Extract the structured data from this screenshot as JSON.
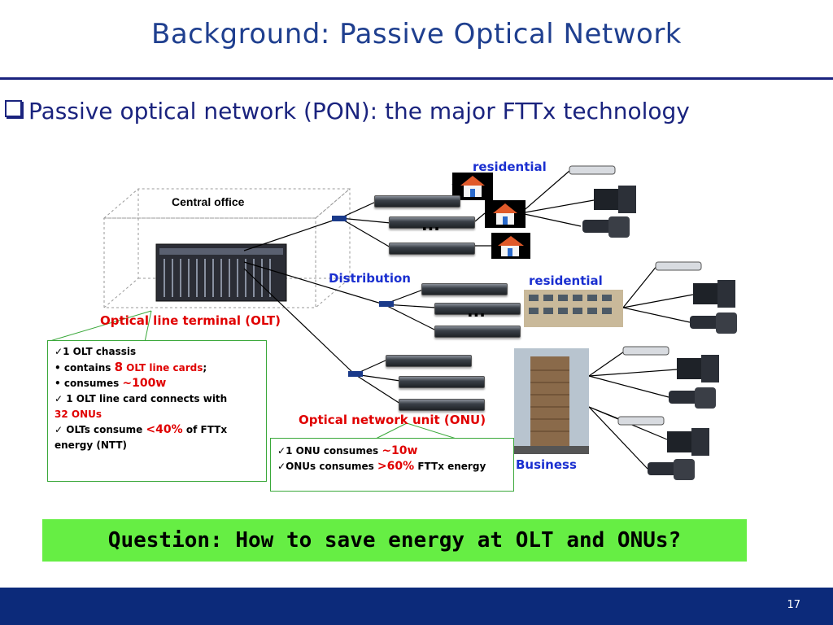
{
  "slide": {
    "title": "Background: Passive Optical Network",
    "bullet": "Passive optical network (PON): the major FTTx technology",
    "page_number": "17"
  },
  "labels": {
    "central_office": "Central office",
    "residential_top": "residential",
    "residential_mid": "residential",
    "distribution": "Distribution",
    "business": "Business",
    "olt": "Optical line terminal (OLT)",
    "onu": "Optical network unit (ONU)",
    "dots": "..."
  },
  "olt_info": {
    "line1": "1 OLT chassis",
    "line2_pre": "• contains ",
    "line2_num": "8",
    "line2_red": " OLT line cards",
    "line2_post": ";",
    "line3_pre": "• consumes ",
    "line3_red": "~100w",
    "line4": " 1 OLT line card connects with",
    "line5_red": "32 ONUs",
    "line6_pre": " OLTs consume ",
    "line6_red": "<40%",
    "line6_post": " of FTTx",
    "line7": "energy (NTT)"
  },
  "onu_info": {
    "line1_pre": "1 ONU consumes ",
    "line1_red": "~10w",
    "line2_pre": "ONUs consumes ",
    "line2_red": ">60%",
    "line2_post": " FTTx energy"
  },
  "question": "Question: How to save energy at OLT and ONUs?",
  "colors": {
    "title": "#1f3f8f",
    "label_blue": "#1a2fd0",
    "label_red": "#e00000",
    "question_bg": "#66ee44",
    "footer": "#0c2a7a"
  }
}
